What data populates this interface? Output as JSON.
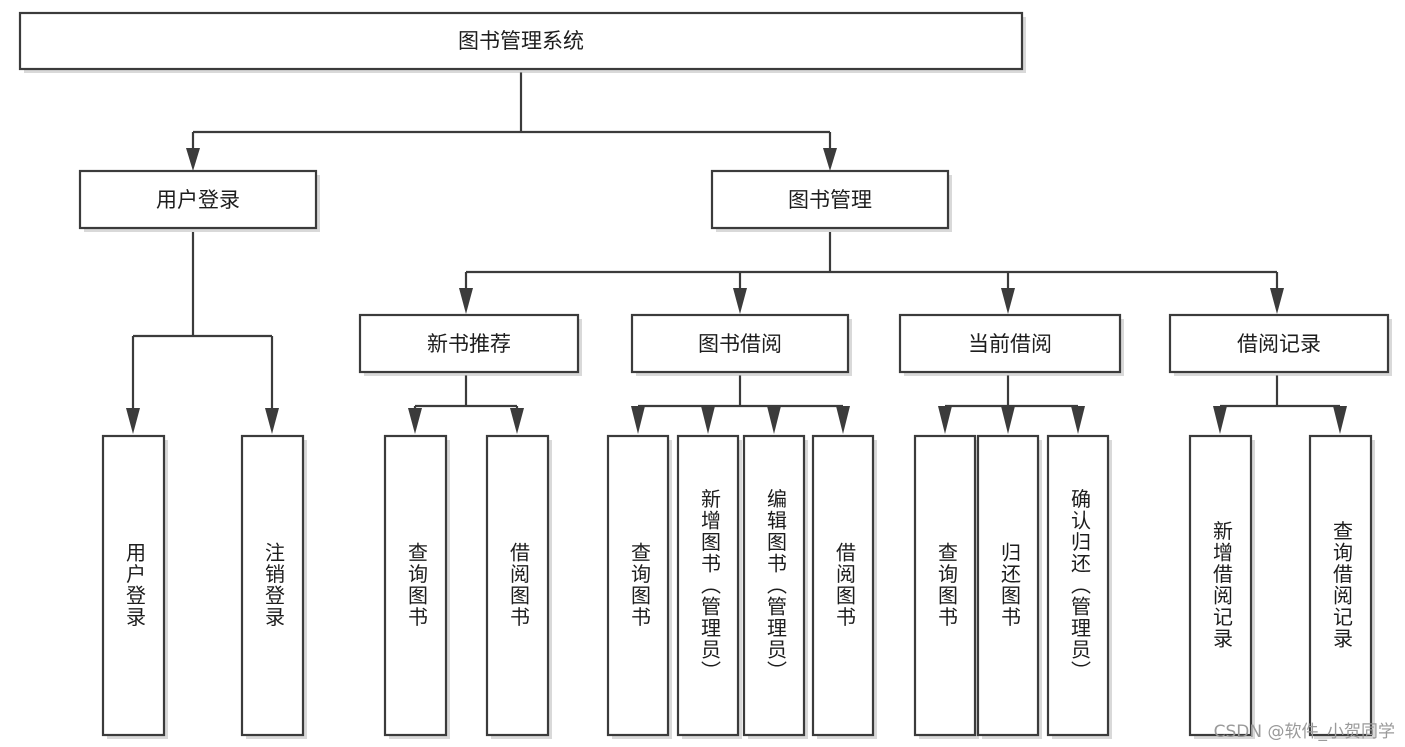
{
  "diagram": {
    "type": "hierarchy-tree",
    "title": "图书管理系统",
    "root": {
      "id": "root",
      "label": "图书管理系统",
      "level": 0
    },
    "level2": [
      {
        "id": "user-login",
        "label": "用户登录"
      },
      {
        "id": "book-manage",
        "label": "图书管理"
      }
    ],
    "level3": [
      {
        "id": "new-book-recommend",
        "label": "新书推荐",
        "parent": "book-manage"
      },
      {
        "id": "book-borrow",
        "label": "图书借阅",
        "parent": "book-manage"
      },
      {
        "id": "current-borrow",
        "label": "当前借阅",
        "parent": "book-manage"
      },
      {
        "id": "borrow-record",
        "label": "借阅记录",
        "parent": "book-manage"
      }
    ],
    "leaves": {
      "user_login": [
        {
          "id": "leaf-user-login",
          "label": "用户登录"
        },
        {
          "id": "leaf-logout-login",
          "label": "注销登录"
        }
      ],
      "new_book_recommend": [
        {
          "id": "leaf-query-book-1",
          "label": "查询图书"
        },
        {
          "id": "leaf-borrow-book-1",
          "label": "借阅图书"
        }
      ],
      "book_borrow": [
        {
          "id": "leaf-query-book-2",
          "label": "查询图书"
        },
        {
          "id": "leaf-add-book",
          "label": "新增图书（管理员）"
        },
        {
          "id": "leaf-edit-book",
          "label": "编辑图书（管理员）"
        },
        {
          "id": "leaf-borrow-book-2",
          "label": "借阅图书"
        }
      ],
      "current_borrow": [
        {
          "id": "leaf-query-book-3",
          "label": "查询图书"
        },
        {
          "id": "leaf-return-book",
          "label": "归还图书"
        },
        {
          "id": "leaf-confirm-return",
          "label": "确认归还（管理员）"
        }
      ],
      "borrow_record": [
        {
          "id": "leaf-add-record",
          "label": "新增借阅记录"
        },
        {
          "id": "leaf-query-record",
          "label": "查询借阅记录"
        }
      ]
    }
  },
  "watermark": {
    "text": "CSDN @软件_小贺同学"
  },
  "colors": {
    "stroke": "#3b3b3b",
    "fill": "#ffffff",
    "text": "#1d1d1d",
    "shadow": "#b9b9b9",
    "watermark": "#9a9a9a"
  }
}
